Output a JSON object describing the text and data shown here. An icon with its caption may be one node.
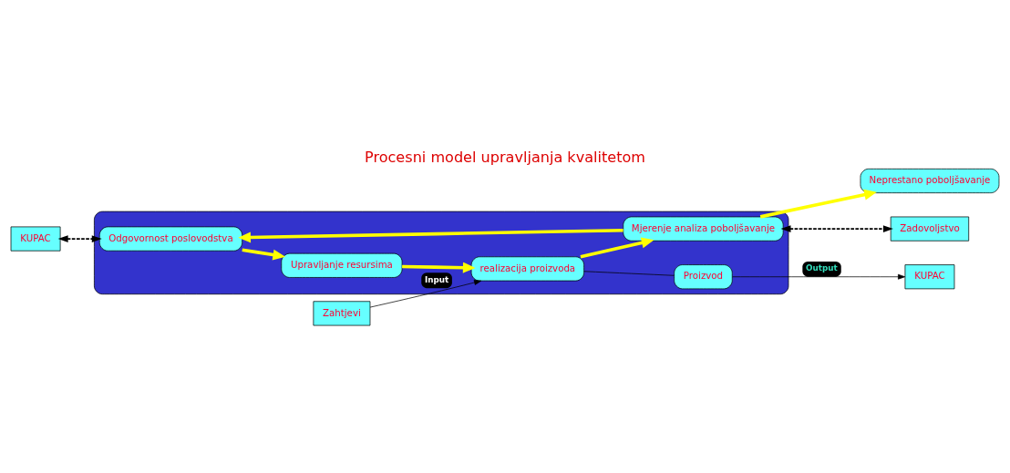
{
  "diagram": {
    "title": "Procesni model upravljanja kvalitetom",
    "nodes": [
      {
        "text": [
          "Neprestano poboljšavanje"
        ]
      },
      {
        "text": [
          "KUPAC"
        ]
      },
      {
        "text": [
          "Zahtjevi"
        ]
      },
      {
        "text": [],
        "shape": "ellipse"
      },
      {
        "text": [
          "Odgovornost poslovodstva"
        ],
        "in": 3
      },
      {
        "text": [
          "Upravljanje resursima"
        ],
        "in": 3
      },
      {
        "text": [
          "Mjerenje analiza poboljšavanje"
        ],
        "in": 3
      },
      {
        "text": [
          "realizacija proizvoda"
        ],
        "in": 3
      },
      {
        "text": [
          "Proizvod"
        ],
        "in": 3
      },
      {
        "text": [
          "Zadovoljstvo"
        ]
      },
      {
        "text": [
          "KUPAC"
        ]
      }
    ],
    "edges": [
      {
        "from": 1,
        "to": 4,
        "arrow": "both",
        "style": "dashed"
      },
      {
        "from": 4,
        "to": 5,
        "arrow": "to",
        "style": "thick",
        "color": "#ffff00"
      },
      {
        "from": 5,
        "to": 7,
        "arrow": "to",
        "style": "thick",
        "color": "#ffff00"
      },
      {
        "from": 7,
        "to": 6,
        "arrow": "to",
        "style": "thick",
        "color": "#ffff00"
      },
      {
        "from": 6,
        "to": 4,
        "arrow": "to",
        "style": "thick",
        "color": "#ffff00"
      },
      {
        "from": 6,
        "to": 0,
        "arrow": "to",
        "style": "thick",
        "color": "#ffff00"
      },
      {
        "from": 2,
        "to": 7,
        "arrow": "to",
        "label": "Input"
      },
      {
        "from": 7,
        "to": 8,
        "arrow": "none"
      },
      {
        "from": 8,
        "to": 10,
        "arrow": "to",
        "label": "Output"
      },
      {
        "from": 6,
        "to": 9,
        "arrow": "both",
        "style": "dashed"
      }
    ]
  }
}
